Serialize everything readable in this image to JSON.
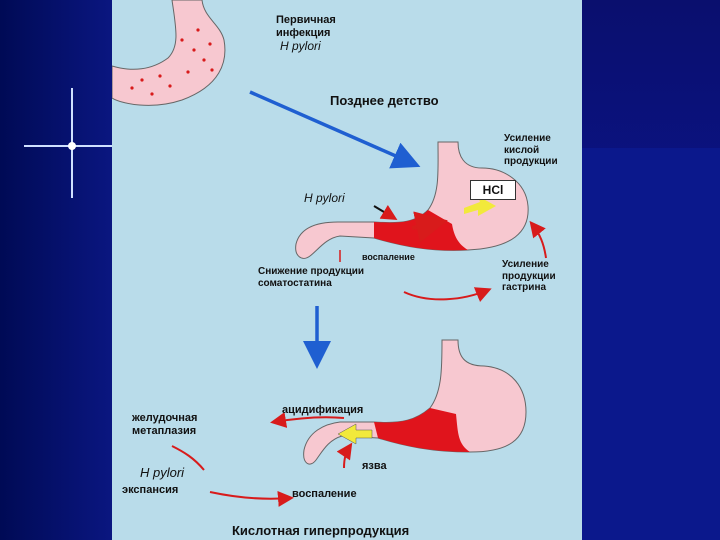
{
  "colors": {
    "background": "#0b188c",
    "panel": "#b9dcea",
    "stomach_pink": "#f7c8d0",
    "inflamed_red": "#e0141c",
    "arrow_blue": "#1f5fd1",
    "arrow_red": "#d81b1b",
    "arrow_yellow": "#f2e93b"
  },
  "labels": {
    "primary_infection": "Первичная\nинфекция",
    "h_pylori_1": "H pylori",
    "late_childhood": "Позднее детство",
    "increase_acid": "Усиление\nкислой\nпродукции",
    "hcl": "HCl",
    "h_pylori_2": "H pylori",
    "inflammation_1": "воспаление",
    "reduced_somatostatin": "Снижение продукции\nсоматостатина",
    "increase_gastrin": "Усиление\nпродукции\nгастрина",
    "acidification": "ацидификация",
    "gastric_metaplasia": "желудочная\nметаплазия",
    "ulcer": "язва",
    "h_pylori_3": "H pylori",
    "expansion": "экспансия",
    "inflammation_2": "воспаление",
    "acid_hyperproduction": "Кислотная гиперпродукция"
  }
}
